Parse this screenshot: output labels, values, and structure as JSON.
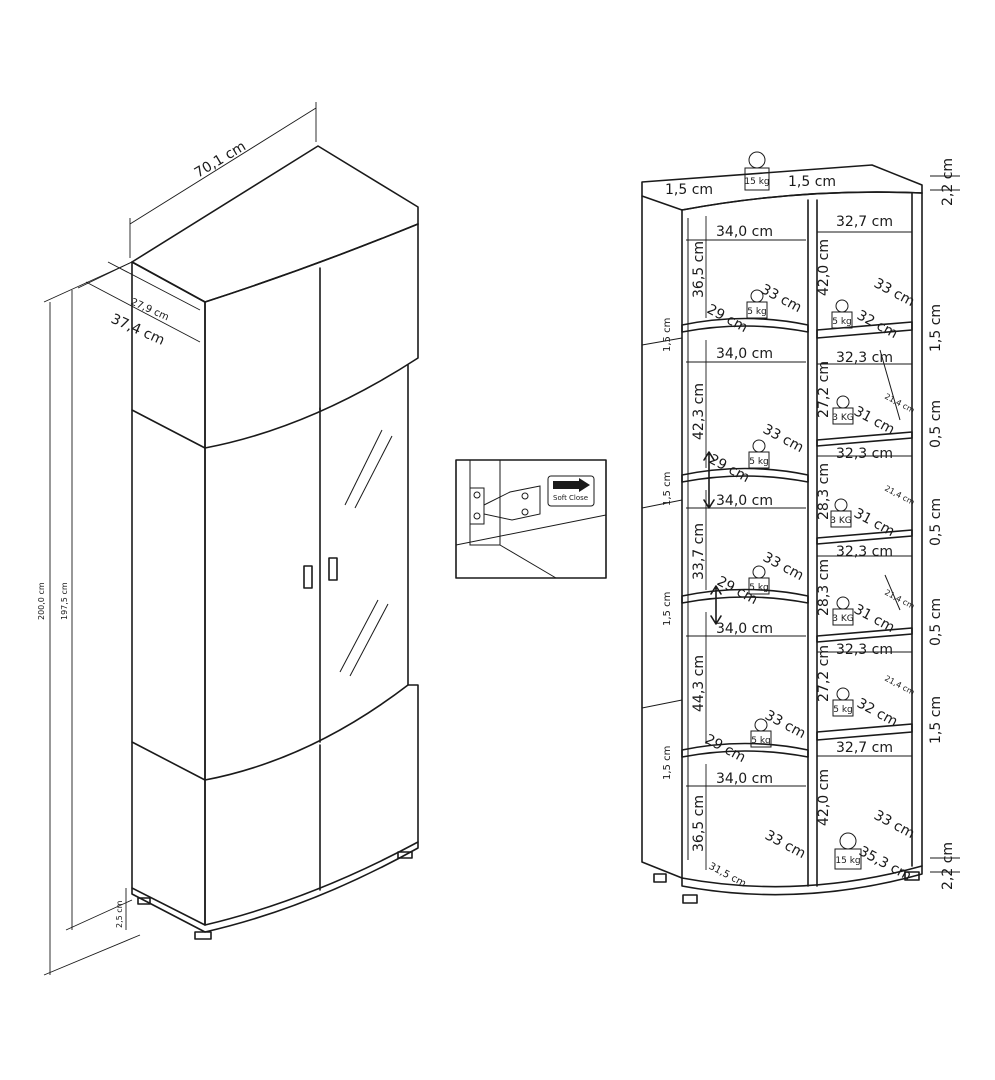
{
  "left_view": {
    "width": "70,1 cm",
    "depth_inner": "27,9 cm",
    "depth_outer": "37,4 cm",
    "height_total": "200,0 cm",
    "height_body": "197,5 cm",
    "foot_height": "2,5 cm"
  },
  "hinge_inset": {
    "label": "Soft Close"
  },
  "right_view": {
    "top_thickness_left": "1,5 cm",
    "top_thickness_mid": "1,5 cm",
    "top_load": "15 kg",
    "bottom_load": "15 kg",
    "right_edge_top": "2,2 cm",
    "right_edge_bottom": "2,2 cm",
    "left": {
      "widths": [
        "34,0 cm",
        "34,0 cm",
        "34,0 cm",
        "34,0 cm",
        "34,0 cm"
      ],
      "heights": [
        "36,5 cm",
        "42,3 cm",
        "33,7 cm",
        "44,3 cm",
        "36,5 cm"
      ],
      "shelf_depth_outer": [
        "33 cm",
        "33 cm",
        "33 cm",
        "33 cm",
        "33 cm"
      ],
      "shelf_depth_inner": [
        "29 cm",
        "29 cm",
        "29 cm",
        "29 cm",
        "31,5 cm"
      ],
      "shelf_thickness": [
        "1,5 cm",
        "1,5 cm",
        "1,5 cm",
        "1,5 cm"
      ],
      "loads": [
        "5 kg",
        "5 kg",
        "5 kg",
        "5 kg"
      ]
    },
    "right": {
      "widths": [
        "32,7 cm",
        "32,3 cm",
        "32,3 cm",
        "32,3 cm",
        "32,3 cm",
        "32,7 cm"
      ],
      "heights": [
        "42,0 cm",
        "27,2 cm",
        "28,3 cm",
        "28,3 cm",
        "27,2 cm",
        "42,0 cm"
      ],
      "depth_labels": [
        "33 cm",
        "32 cm",
        "31 cm",
        "31 cm",
        "31 cm",
        "32 cm",
        "33 cm",
        "35,3 cm"
      ],
      "glass_depth": [
        "21,4 cm",
        "21,4 cm",
        "21,4 cm",
        "21,4 cm"
      ],
      "glass_gap": [
        "0,5 cm",
        "0,5 cm",
        "0,5 cm"
      ],
      "shelf_thickness": [
        "1,5 cm",
        "1,5 cm"
      ],
      "loads": [
        "5 kg",
        "3 KG",
        "3 KG",
        "3 KG",
        "5 kg"
      ]
    }
  }
}
